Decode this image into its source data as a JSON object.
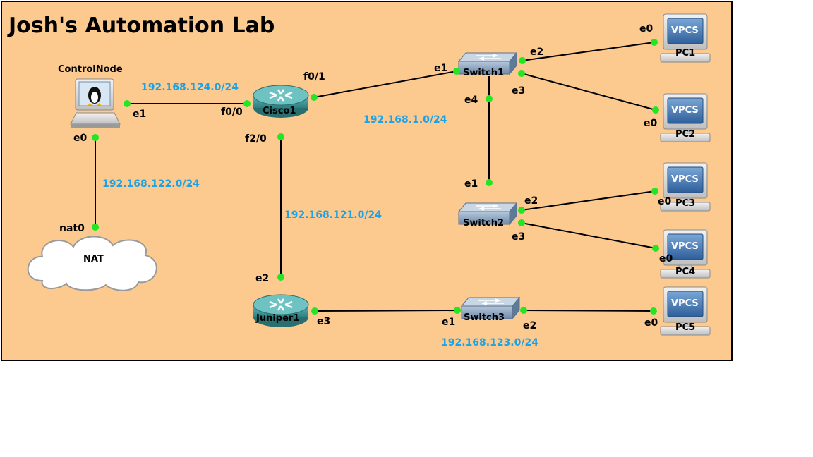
{
  "title": "Josh's Automation Lab",
  "nodes": {
    "control": "ControlNode",
    "nat": "NAT",
    "cisco": "Cisco1",
    "juniper": "Juniper1",
    "switch1": "Switch1",
    "switch2": "Switch2",
    "switch3": "Switch3",
    "pc1": "PC1",
    "pc2": "PC2",
    "pc3": "PC3",
    "pc4": "PC4",
    "pc5": "PC5",
    "vpcs_label": "VPCS"
  },
  "networks": {
    "n124": "192.168.124.0/24",
    "n122": "192.168.122.0/24",
    "n121": "192.168.121.0/24",
    "n1": "192.168.1.0/24",
    "n123": "192.168.123.0/24"
  },
  "ports": {
    "control_e1": "e1",
    "control_e0": "e0",
    "nat_nat0": "nat0",
    "cisco_f00": "f0/0",
    "cisco_f01": "f0/1",
    "cisco_f20": "f2/0",
    "sw1_e1": "e1",
    "sw1_e2": "e2",
    "sw1_e3": "e3",
    "sw1_e4": "e4",
    "pc1_e0": "e0",
    "pc2_e0": "e0",
    "sw2_e1": "e1",
    "sw2_e2": "e2",
    "sw2_e3": "e3",
    "pc3_e0": "e0",
    "pc4_e0": "e0",
    "juniper_e2": "e2",
    "juniper_e3": "e3",
    "sw3_e1": "e1",
    "sw3_e2": "e2",
    "pc5_e0": "e0"
  },
  "colors": {
    "canvas": "#fcc98f",
    "network_label": "#1aa3e8",
    "port_dot": "#22e622",
    "router": "#3f9c9c",
    "switch": "#8aa2bd"
  }
}
